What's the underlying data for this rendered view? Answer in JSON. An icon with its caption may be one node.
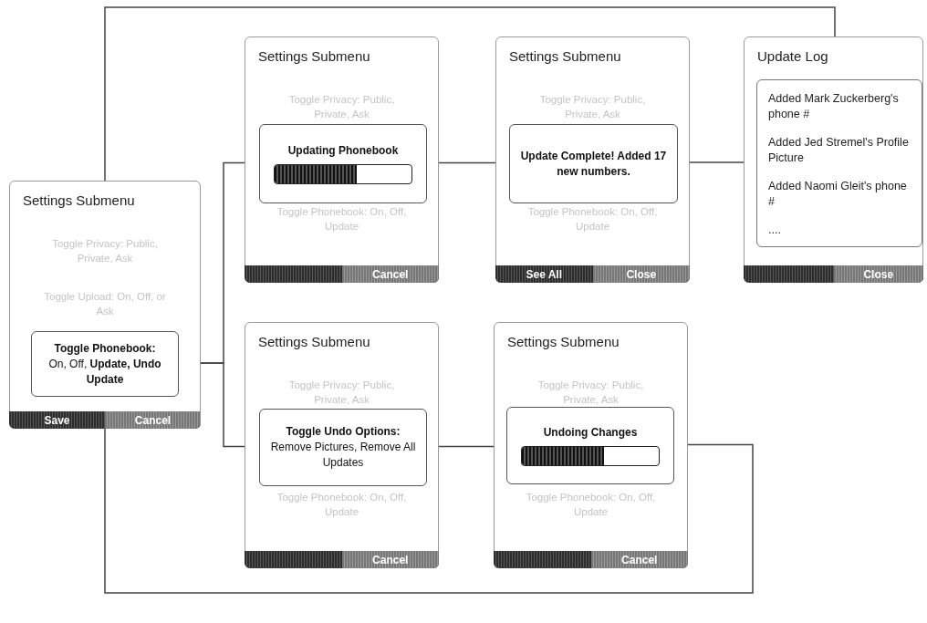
{
  "diagram": {
    "nodes": [
      {
        "text": [
          "Settings Submenu",
          "Toggle Privacy: Public, Private, Ask",
          "Toggle Upload: On, Off, or Ask",
          "Save",
          "Cancel"
        ]
      },
      {
        "text": [
          "Toggle Phonebook:",
          "On, Off, **Update, Undo Update**"
        ],
        "in": 0
      },
      {
        "text": [
          "Settings Submenu",
          "Toggle Privacy: Public, Private, Ask",
          "Toggle Phonebook: On, Off, Update",
          "Cancel"
        ]
      },
      {
        "text": [
          "Updating Phonebook"
        ],
        "in": 2
      },
      {
        "text": [
          "Settings Submenu",
          "Toggle Privacy: Public, Private, Ask",
          "Toggle Phonebook: On, Off, Update",
          "See All",
          "Close"
        ]
      },
      {
        "text": [
          "Update Complete! Added 17 new numbers."
        ],
        "in": 4
      },
      {
        "text": [
          "Update Log",
          "Close"
        ]
      },
      {
        "text": [
          "Added Mark Zuckerberg's phone #",
          "Added Jed Stremel's Profile Picture",
          "Added Naomi Gleit's phone #",
          "...."
        ],
        "in": 6
      },
      {
        "text": [
          "Settings Submenu",
          "Toggle Privacy: Public, Private, Ask",
          "Toggle Phonebook: On, Off, Update",
          "Cancel"
        ]
      },
      {
        "text": [
          "Toggle Undo Options:",
          "Remove Pictures, Remove All Updates"
        ],
        "in": 8
      },
      {
        "text": [
          "Settings Submenu",
          "Toggle Privacy: Public, Private, Ask",
          "Toggle Phonebook: On, Off, Update",
          "Cancel"
        ]
      },
      {
        "text": [
          "Undoing Changes"
        ],
        "in": 10
      }
    ],
    "edges": [
      {
        "from": 1,
        "to": 3,
        "arrow": "none"
      },
      {
        "from": 1,
        "to": 9,
        "arrow": "none"
      },
      {
        "from": 3,
        "to": 5,
        "arrow": "none"
      },
      {
        "from": 5,
        "to": 7,
        "arrow": "none"
      },
      {
        "from": 0,
        "to": 6,
        "arrow": "none"
      },
      {
        "from": 9,
        "to": 11,
        "arrow": "none"
      },
      {
        "from": 11,
        "to": 0,
        "arrow": "none"
      }
    ]
  }
}
